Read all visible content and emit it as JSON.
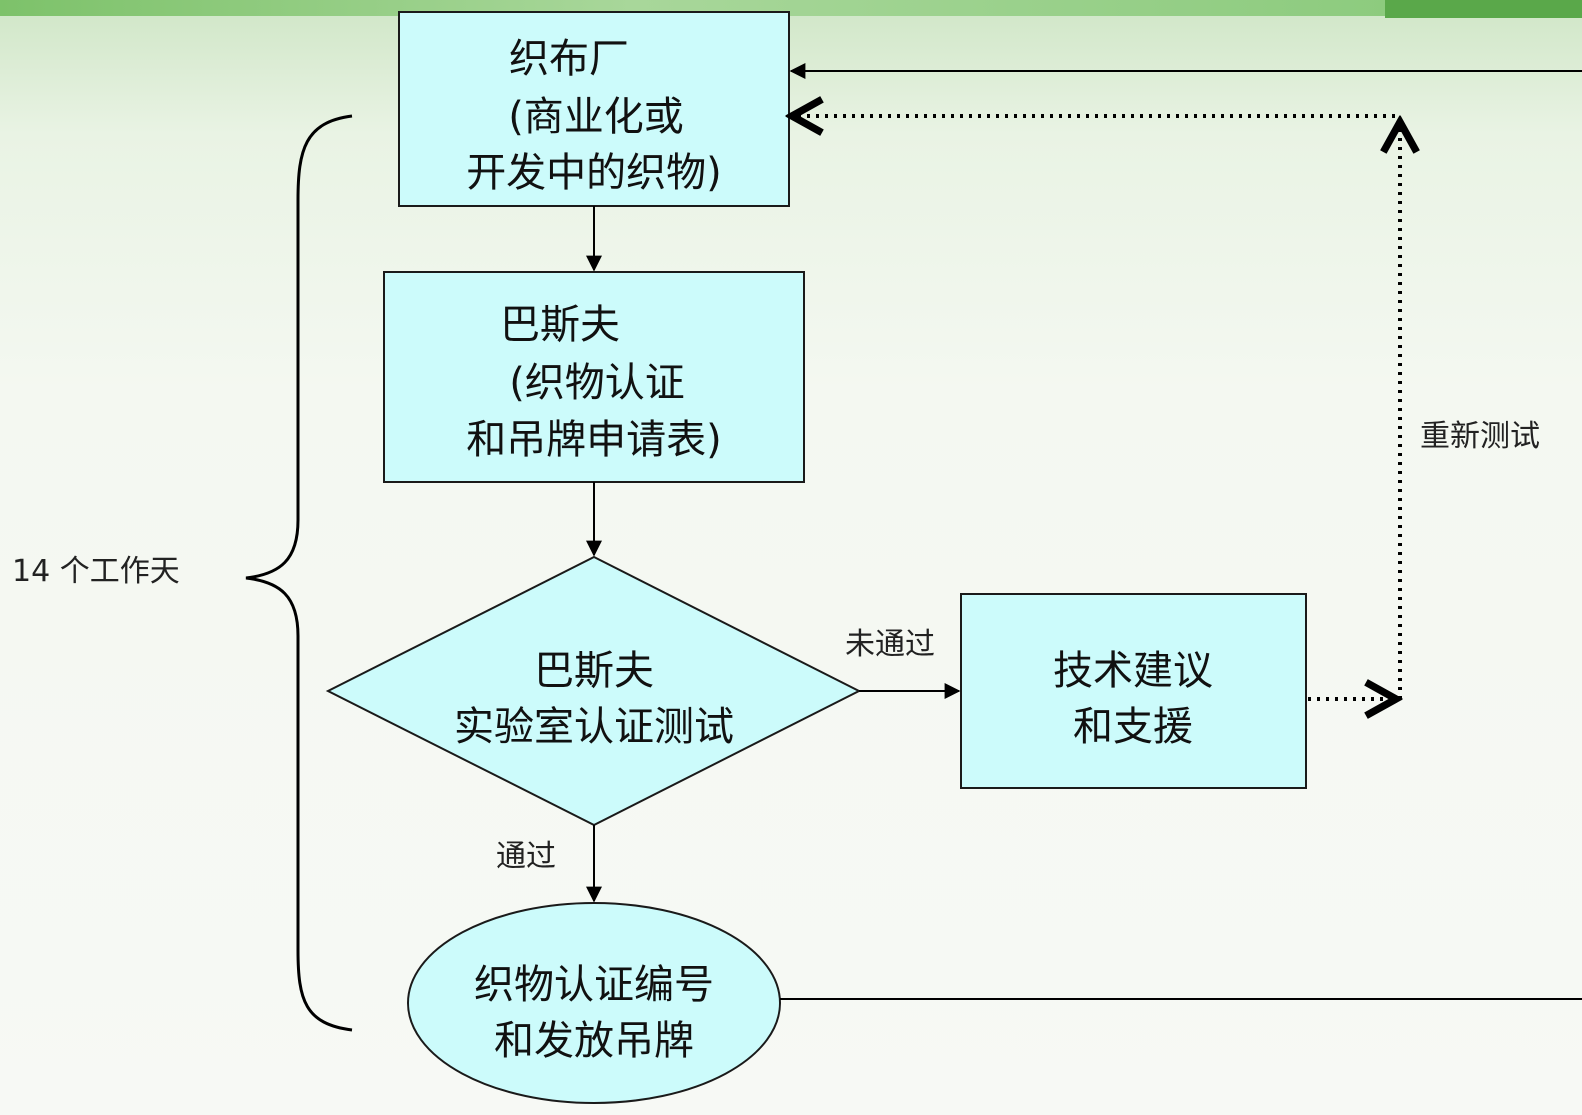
{
  "colors": {
    "node_fill": "#ccfbfb",
    "node_stroke": "#1a1a1a",
    "edge": "#000000",
    "accent_green": "#7dc26a"
  },
  "nodes": {
    "weaving_mill": {
      "title": "织布厂",
      "line2": "(商业化或",
      "line3": "开发中的织物)"
    },
    "basf_application": {
      "title": "巴斯夫",
      "line2": "(织物认证",
      "line3": "和吊牌申请表)"
    },
    "basf_lab_test": {
      "title": "巴斯夫",
      "line2": "实验室认证测试"
    },
    "tech_advice": {
      "line1": "技术建议",
      "line2": "和支援"
    },
    "certification": {
      "line1": "织物认证编号",
      "line2": "和发放吊牌"
    }
  },
  "edge_labels": {
    "fail": "未通过",
    "pass": "通过",
    "retest": "重新测试"
  },
  "brace_label": "14 个工作天"
}
